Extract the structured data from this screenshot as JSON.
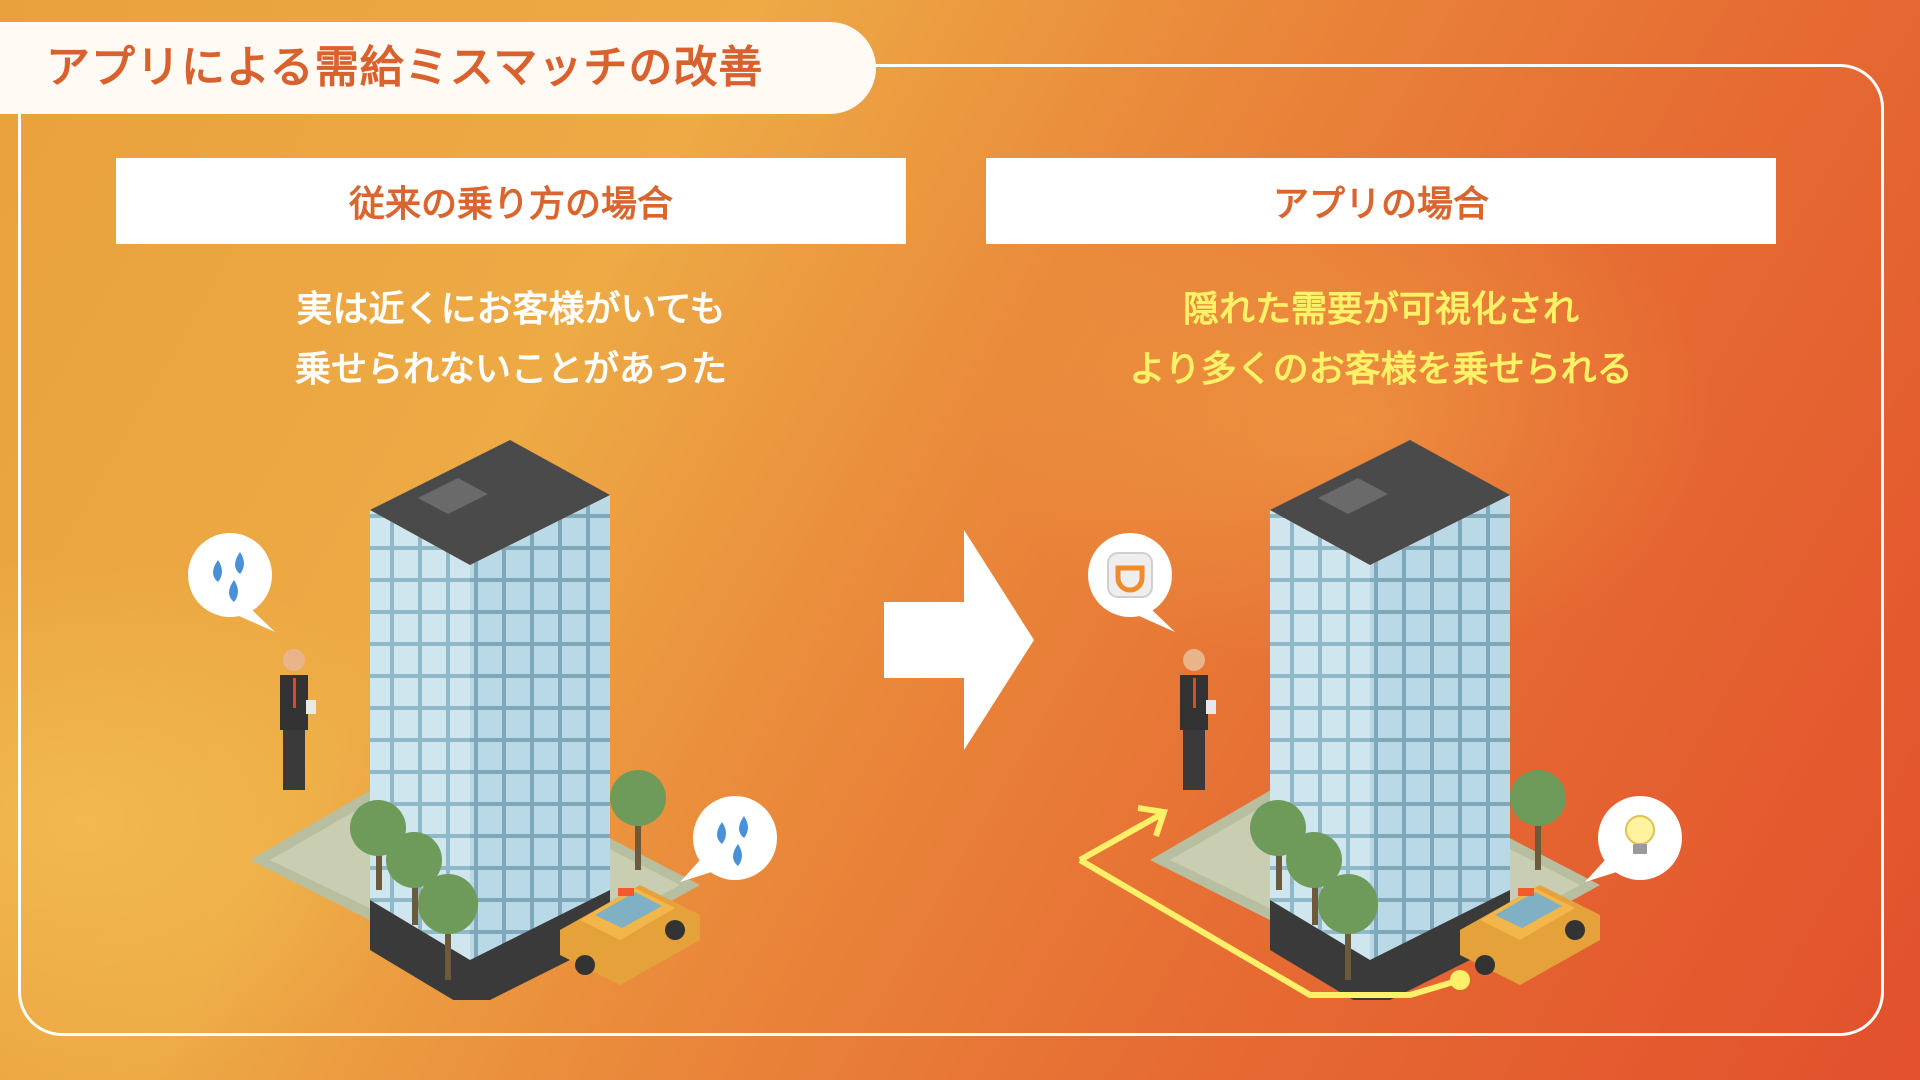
{
  "title": "アプリによる需給ミスマッチの改善",
  "left": {
    "header": "従来の乗り方の場合",
    "caption_line1": "実は近くにお客様がいても",
    "caption_line2": "乗せられないことがあった"
  },
  "right": {
    "header": "アプリの場合",
    "caption_line1": "隠れた需要が可視化され",
    "caption_line2": "より多くのお客様を乗せられる"
  },
  "colors": {
    "accent_orange": "#d9612d",
    "highlight_yellow": "#fff266",
    "route_yellow": "#fff06a"
  },
  "icons": {
    "left_person_bubble": "sweat-drops-icon",
    "left_taxi_bubble": "sweat-drops-icon",
    "right_person_bubble": "taxi-app-icon",
    "right_taxi_bubble": "lightbulb-icon"
  }
}
